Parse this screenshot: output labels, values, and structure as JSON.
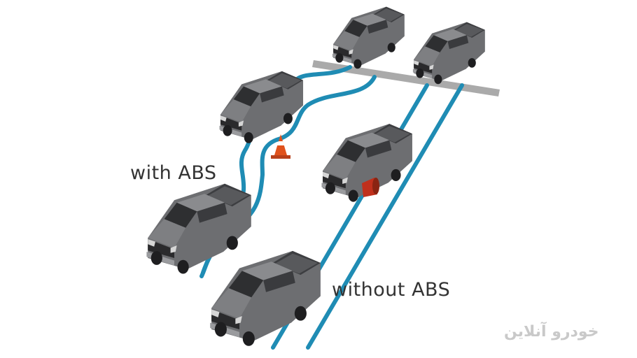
{
  "labels": {
    "with_abs": "with ABS",
    "without_abs": "without ABS"
  },
  "watermark": {
    "text": "خودرو آنلاین",
    "color": "#b8b8b8"
  },
  "colors": {
    "track": "#1f8cb4",
    "road_line": "#aaaaaa",
    "truck_body": "#6d6e71",
    "cone_orange": "#e0521c",
    "cone_red": "#c0301c",
    "text": "#333333"
  },
  "icons": [
    "pickup-truck-icon",
    "traffic-cone-icon"
  ]
}
